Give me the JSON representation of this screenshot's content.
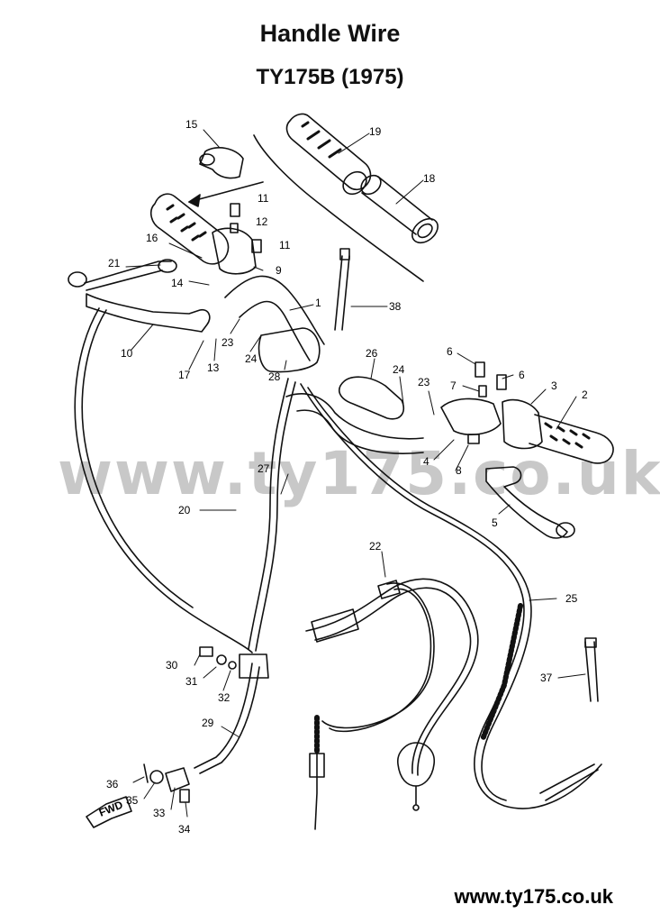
{
  "header": {
    "title": "Handle Wire",
    "subtitle": "TY175B (1975)"
  },
  "watermark": "www.ty175.co.uk",
  "footer": {
    "url": "www.ty175.co.uk"
  },
  "fwd_label": "FWD",
  "callouts": [
    {
      "id": "15",
      "text": "15"
    },
    {
      "id": "19",
      "text": "19"
    },
    {
      "id": "18",
      "text": "18"
    },
    {
      "id": "11a",
      "text": "11"
    },
    {
      "id": "12",
      "text": "12"
    },
    {
      "id": "11b",
      "text": "11"
    },
    {
      "id": "16",
      "text": "16"
    },
    {
      "id": "21",
      "text": "21"
    },
    {
      "id": "9",
      "text": "9"
    },
    {
      "id": "14",
      "text": "14"
    },
    {
      "id": "38",
      "text": "38"
    },
    {
      "id": "1",
      "text": "1"
    },
    {
      "id": "10",
      "text": "10"
    },
    {
      "id": "23a",
      "text": "23"
    },
    {
      "id": "24a",
      "text": "24"
    },
    {
      "id": "17",
      "text": "17"
    },
    {
      "id": "13",
      "text": "13"
    },
    {
      "id": "28",
      "text": "28"
    },
    {
      "id": "26",
      "text": "26"
    },
    {
      "id": "6a",
      "text": "6"
    },
    {
      "id": "24b",
      "text": "24"
    },
    {
      "id": "7",
      "text": "7"
    },
    {
      "id": "6b",
      "text": "6"
    },
    {
      "id": "3",
      "text": "3"
    },
    {
      "id": "2",
      "text": "2"
    },
    {
      "id": "23b",
      "text": "23"
    },
    {
      "id": "4",
      "text": "4"
    },
    {
      "id": "8",
      "text": "8"
    },
    {
      "id": "27",
      "text": "27"
    },
    {
      "id": "20",
      "text": "20"
    },
    {
      "id": "5",
      "text": "5"
    },
    {
      "id": "22",
      "text": "22"
    },
    {
      "id": "25",
      "text": "25"
    },
    {
      "id": "30",
      "text": "30"
    },
    {
      "id": "31",
      "text": "31"
    },
    {
      "id": "32",
      "text": "32"
    },
    {
      "id": "37",
      "text": "37"
    },
    {
      "id": "29",
      "text": "29"
    },
    {
      "id": "36",
      "text": "36"
    },
    {
      "id": "35",
      "text": "35"
    },
    {
      "id": "33",
      "text": "33"
    },
    {
      "id": "34",
      "text": "34"
    }
  ]
}
